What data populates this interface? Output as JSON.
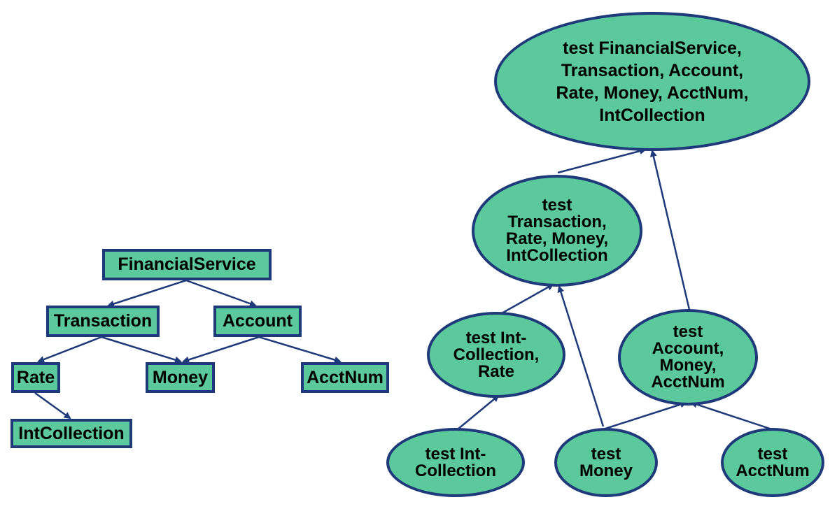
{
  "colors": {
    "node_fill": "#5bc99b",
    "node_border": "#1e3a7a",
    "edge": "#1e3a7a"
  },
  "left_tree": {
    "financial_service": "FinancialService",
    "transaction": "Transaction",
    "account": "Account",
    "rate": "Rate",
    "money": "Money",
    "acctnum": "AcctNum",
    "intcollection": "IntCollection"
  },
  "right_tree": {
    "test_all": "test FinancialService,\nTransaction, Account,\nRate, Money, AcctNum,\nIntCollection",
    "test_transaction": "test\nTransaction,\nRate, Money,\nIntCollection",
    "test_intcollection_rate": "test Int-\nCollection,\nRate",
    "test_account": "test\nAccount,\nMoney,\nAcctNum",
    "test_intcollection": "test Int-\nCollection",
    "test_money": "test\nMoney",
    "test_acctnum": "test\nAcctNum"
  }
}
